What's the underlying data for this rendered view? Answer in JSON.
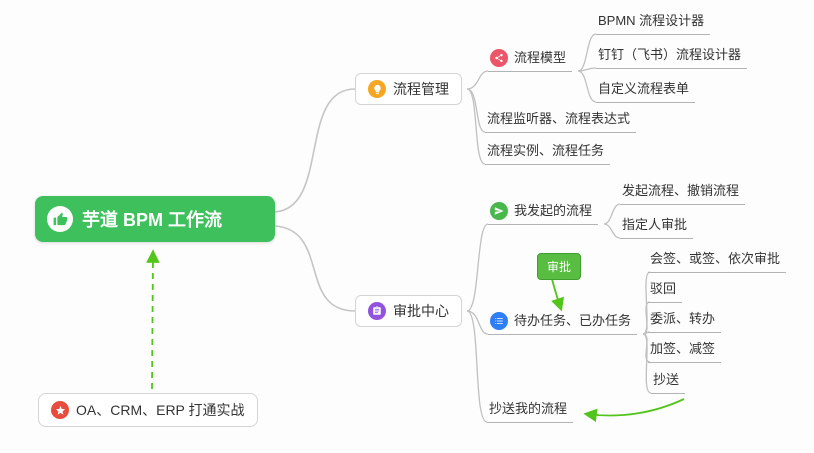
{
  "mindmap": {
    "root": "芋道 BPM 工作流",
    "process_mgmt": "流程管理",
    "process_model": "流程模型",
    "bpmn_designer": "BPMN 流程设计器",
    "dingtalk_designer": "钉钉（飞书）流程设计器",
    "custom_form": "自定义流程表单",
    "listener_expr": "流程监听器、流程表达式",
    "instance_task": "流程实例、流程任务",
    "approval_center": "审批中心",
    "my_initiated": "我发起的流程",
    "initiate_cancel": "发起流程、撤销流程",
    "designated_approval": "指定人审批",
    "approval_badge": "审批",
    "todo_done": "待办任务、已办任务",
    "countersign": "会签、或签、依次审批",
    "reject": "驳回",
    "delegate": "委派、转办",
    "add_sign": "加签、减签",
    "cc": "抄送",
    "cc_my_process": "抄送我的流程",
    "oa_crm_erp": "OA、CRM、ERP 打通实战"
  },
  "icons": {
    "root": "thumbs-up-icon",
    "process_mgmt": "lightbulb-icon",
    "process_model": "share-flow-icon",
    "approval_center": "clipboard-icon",
    "my_initiated": "send-icon",
    "todo_done": "task-list-icon",
    "oa_crm_erp": "star-icon"
  },
  "colors": {
    "root_bg": "#3ec05c",
    "process_mgmt_icon": "#f5a623",
    "process_model_icon": "#eb5769",
    "approval_center_icon": "#9254de",
    "my_initiated_icon": "#49b84c",
    "todo_done_icon": "#2f7ef7",
    "oa_icon": "#e74c3c",
    "badge_bg": "#58bd41",
    "arrow_green": "#52c41a",
    "wire_gray": "#c5c5c5"
  }
}
